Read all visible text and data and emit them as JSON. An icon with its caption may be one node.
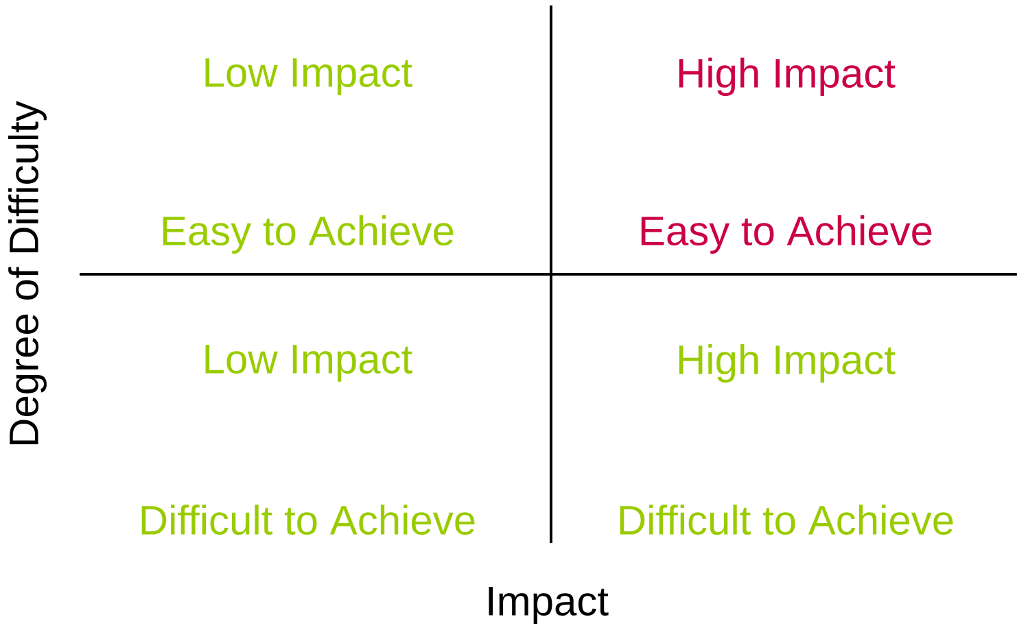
{
  "diagram": {
    "labels": [
      "Low Impact",
      "High Impact",
      "Easy to Achieve",
      "Easy to Achieve",
      "Low Impact",
      "High Impact",
      "Difficult to Achieve",
      "Difficult to Achieve",
      "Degree of Difficulty",
      "Impact"
    ]
  }
}
